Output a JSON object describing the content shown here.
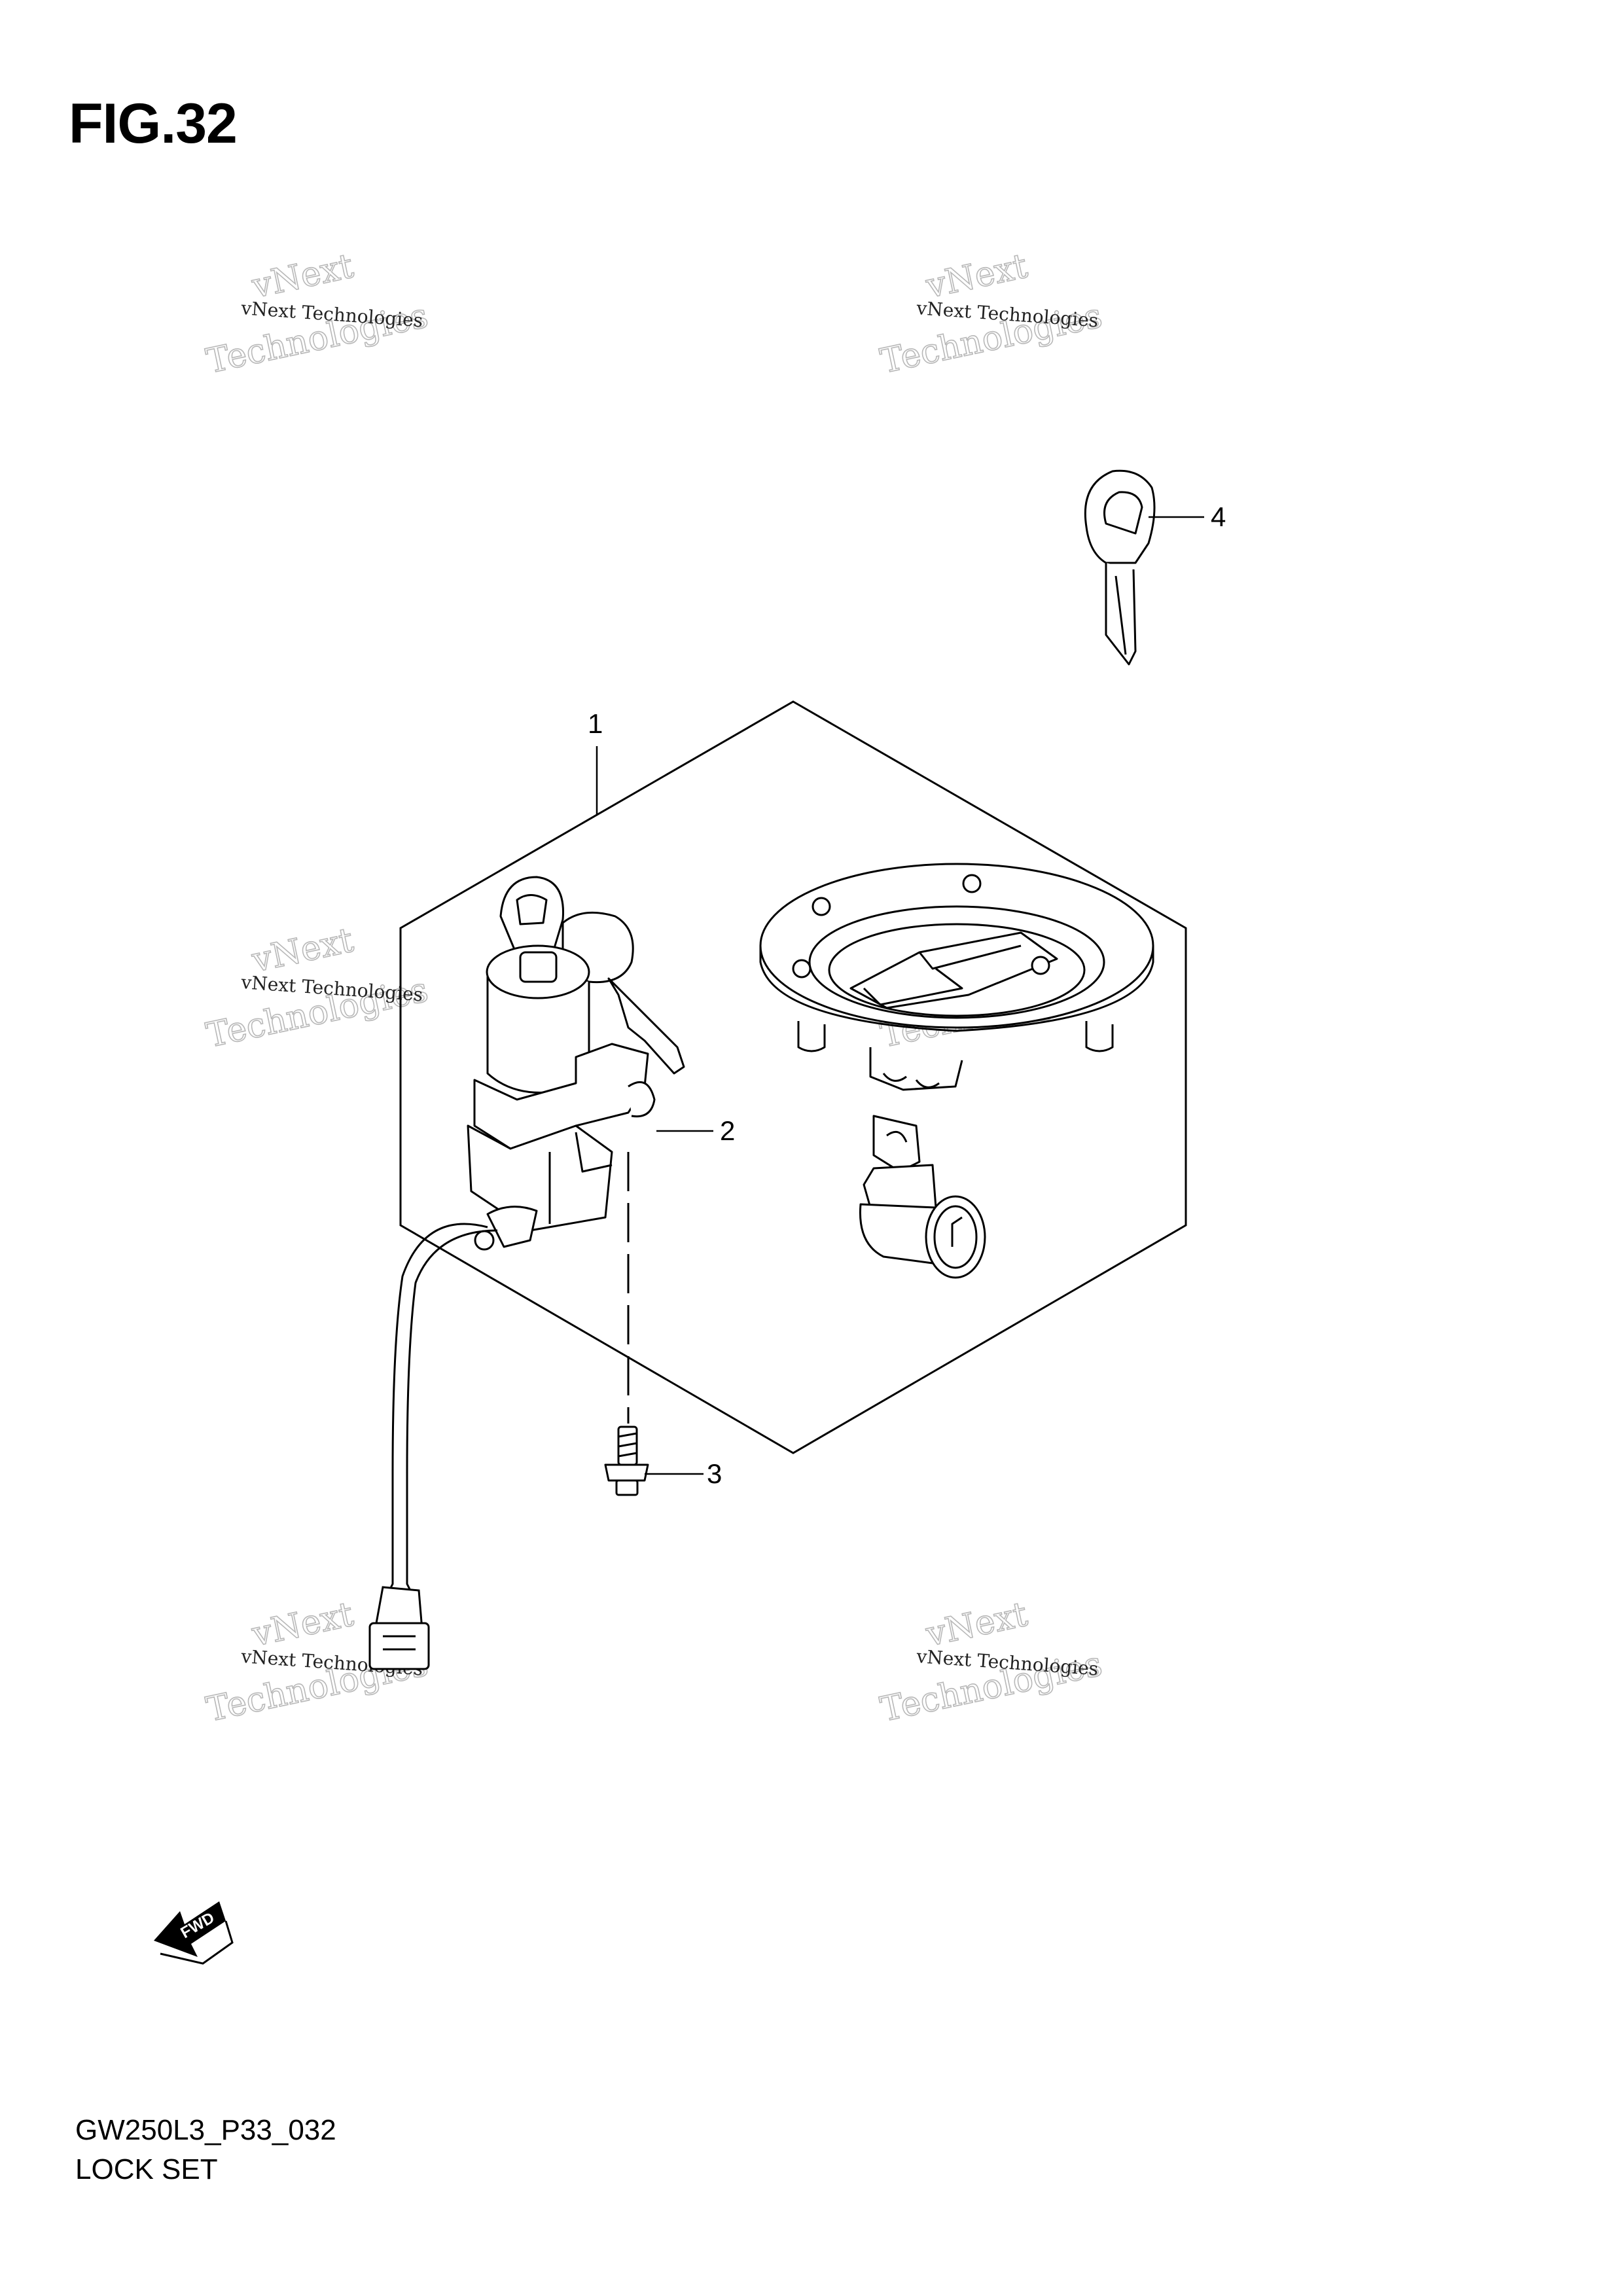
{
  "figure": {
    "title": "FIG.32"
  },
  "footer": {
    "code": "GW250L3_P33_032",
    "caption": "LOCK SET"
  },
  "watermark": {
    "text_small": "vNext Technologies",
    "text_big_1": "vNext",
    "text_big_2": "Technologies"
  },
  "callouts": [
    {
      "id": "1",
      "label": "1"
    },
    {
      "id": "2",
      "label": "2"
    },
    {
      "id": "3",
      "label": "3"
    },
    {
      "id": "4",
      "label": "4"
    }
  ],
  "fwd": {
    "label": "FWD"
  },
  "colors": {
    "line": "#000000",
    "watermark": "#b8b8b8"
  }
}
